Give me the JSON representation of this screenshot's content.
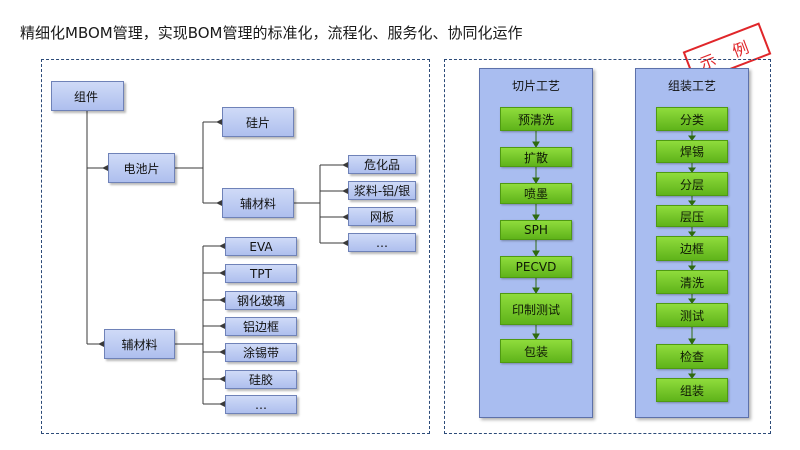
{
  "title": "精细化MBOM管理，实现BOM管理的标准化，流程化、服务化、协同化运作",
  "stamp": "示 例",
  "tree": {
    "root": "组件",
    "cell": "电池片",
    "wafer": "硅片",
    "cell_aux": "辅材料",
    "cell_aux_items": [
      "危化品",
      "浆料-铝/银",
      "网板",
      "…"
    ],
    "module_aux": "辅材料",
    "module_aux_items": [
      "EVA",
      "TPT",
      "钢化玻璃",
      "铝边框",
      "涂锡带",
      "硅胶",
      "…"
    ]
  },
  "processes": [
    {
      "title": "切片工艺",
      "steps": [
        "预清洗",
        "扩散",
        "喷墨",
        "SPH",
        "PECVD",
        "印制测试",
        "包装"
      ]
    },
    {
      "title": "组装工艺",
      "steps": [
        "分类",
        "焊锡",
        "分层",
        "层压",
        "边框",
        "清洗",
        "测试",
        "检查",
        "组装"
      ]
    }
  ],
  "colors": {
    "node_fill": "#b8c7f2",
    "node_border": "#6f82b8",
    "step_fill": "#6fc524",
    "column_fill": "#a9bdf0",
    "panel_border": "#2c4a78",
    "stamp": "#e0262a"
  }
}
